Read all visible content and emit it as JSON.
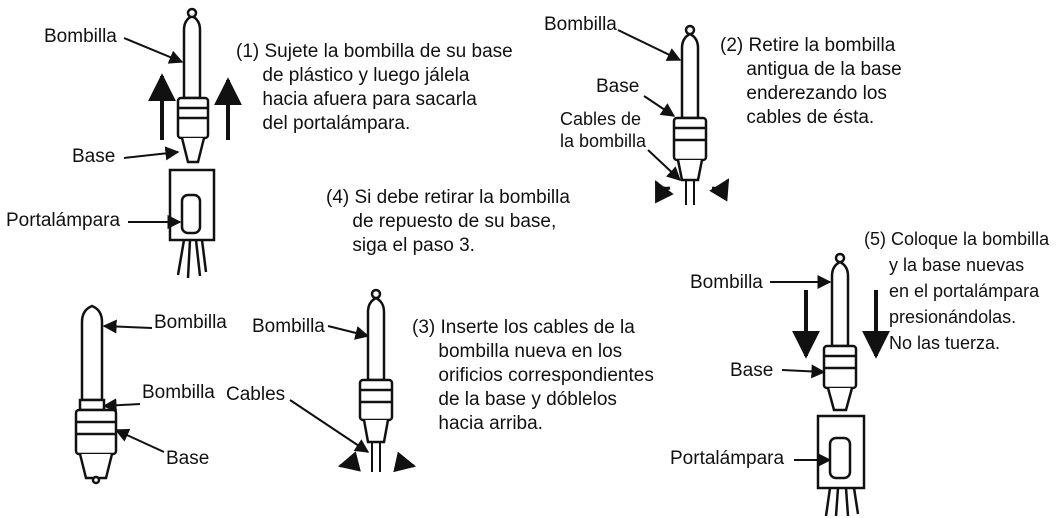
{
  "panel1": {
    "bulb_label": "Bombilla",
    "base_label": "Base",
    "socket_label": "Portalámpara",
    "step_text": "(1) Sujete la bombilla de su base\n     de plástico y luego jálela\n     hacia afuera para sacarla\n     del portalámpara."
  },
  "panel2": {
    "bulb_label": "Bombilla",
    "base_label": "Base",
    "wires_label": "Cables de\nla bombilla",
    "step_text": "(2) Retire la bombilla\n     antigua de la base\n     enderezando los\n     cables de ésta."
  },
  "panel3": {
    "bulb_label_a": "Bombilla",
    "bulb_label_b": "Bombilla",
    "base_label": "Base",
    "bulb_label_c": "Bombilla",
    "cables_label": "Cables",
    "step_text": "(3) Inserte los cables de la\n     bombilla nueva en los\n     orificios correspondientes\n     de la base y dóblelos\n     hacia arriba."
  },
  "panel4": {
    "step_text": "(4) Si debe retirar la bombilla\n     de repuesto de su base,\n     siga el paso 3."
  },
  "panel5": {
    "bulb_label": "Bombilla",
    "base_label": "Base",
    "socket_label": "Portalámpara",
    "step_text": "(5) Coloque la bombilla\n     y la base nuevas\n     en el portalámpara\n     presionándolas.\n     No las tuerza."
  }
}
